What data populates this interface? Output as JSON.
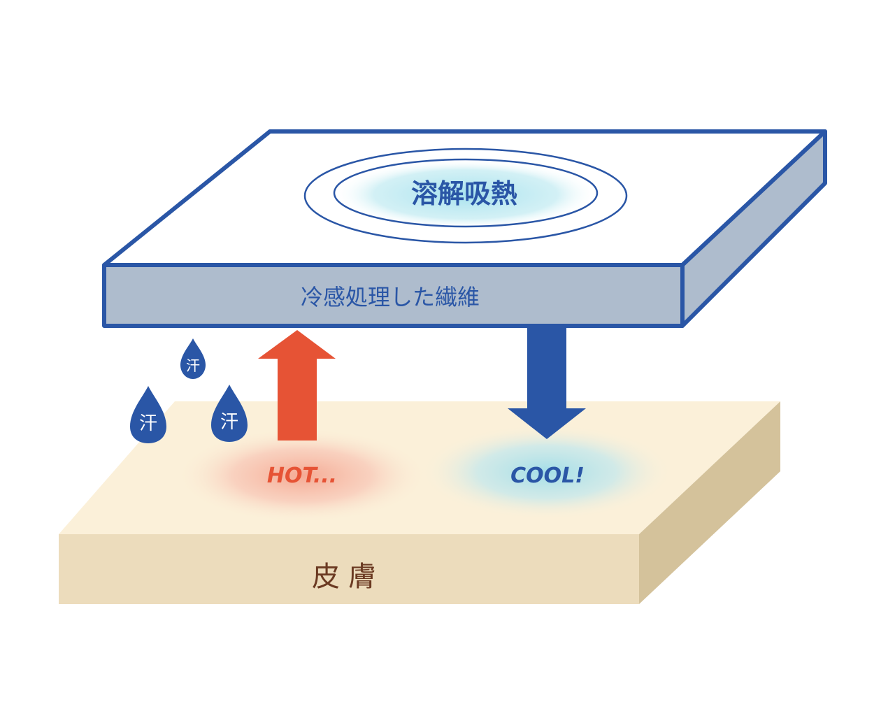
{
  "fiber_layer": {
    "top_label": "溶解吸熱",
    "front_label": "冷感処理した繊維"
  },
  "skin_layer": {
    "front_label": "皮膚",
    "hot_label": "HOT...",
    "cool_label": "COOL!"
  },
  "sweat_drops": [
    {
      "label": "汗"
    },
    {
      "label": "汗"
    },
    {
      "label": "汗"
    }
  ],
  "colors": {
    "fiber_outline": "#2a56a6",
    "fiber_top": "#ffffff",
    "fiber_side": "#aebccd",
    "skin_top": "#fbf0d9",
    "skin_front": "#ecdcbc",
    "skin_side": "#d4c29b",
    "skin_text": "#6b3a22",
    "hot": "#e65335",
    "cool": "#2a56a6",
    "glow_blue": "#a7e2ee",
    "drop": "#2a56a6"
  },
  "icons": {
    "up_arrow": "heat-up-arrow-icon",
    "down_arrow": "cool-down-arrow-icon",
    "drop": "sweat-drop-icon"
  }
}
